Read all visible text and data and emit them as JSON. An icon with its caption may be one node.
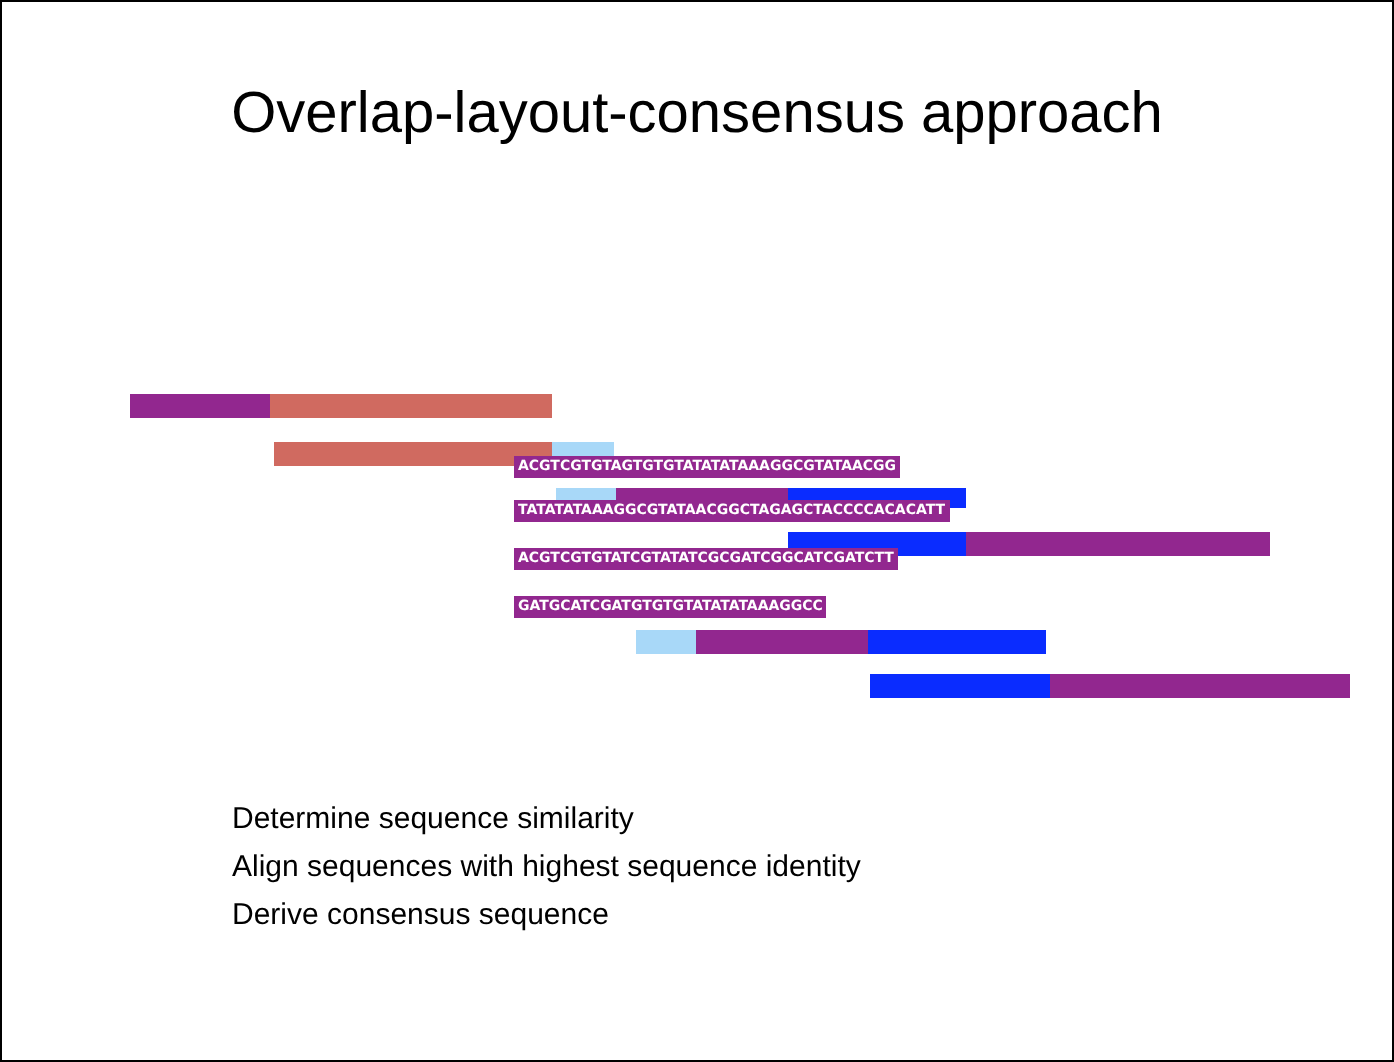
{
  "diagram": {
    "title": "Overlap-layout-consensus approach",
    "labels": [
      "ACGTCGTGTAGTGTGTATATATAAAGGCGTATAACGG",
      "TATATATAAAGGCGTATAACGGCTAGAGCTACCCCACACATT",
      "ACGTCGTGTATCGTATATCGCGATCGGCATCGATCTT",
      "GATGCATCGATGTGTGTATATATAAAGGCC",
      "Determine sequence similarity",
      "Align sequences with highest sequence identity",
      "Derive consensus sequence"
    ]
  }
}
